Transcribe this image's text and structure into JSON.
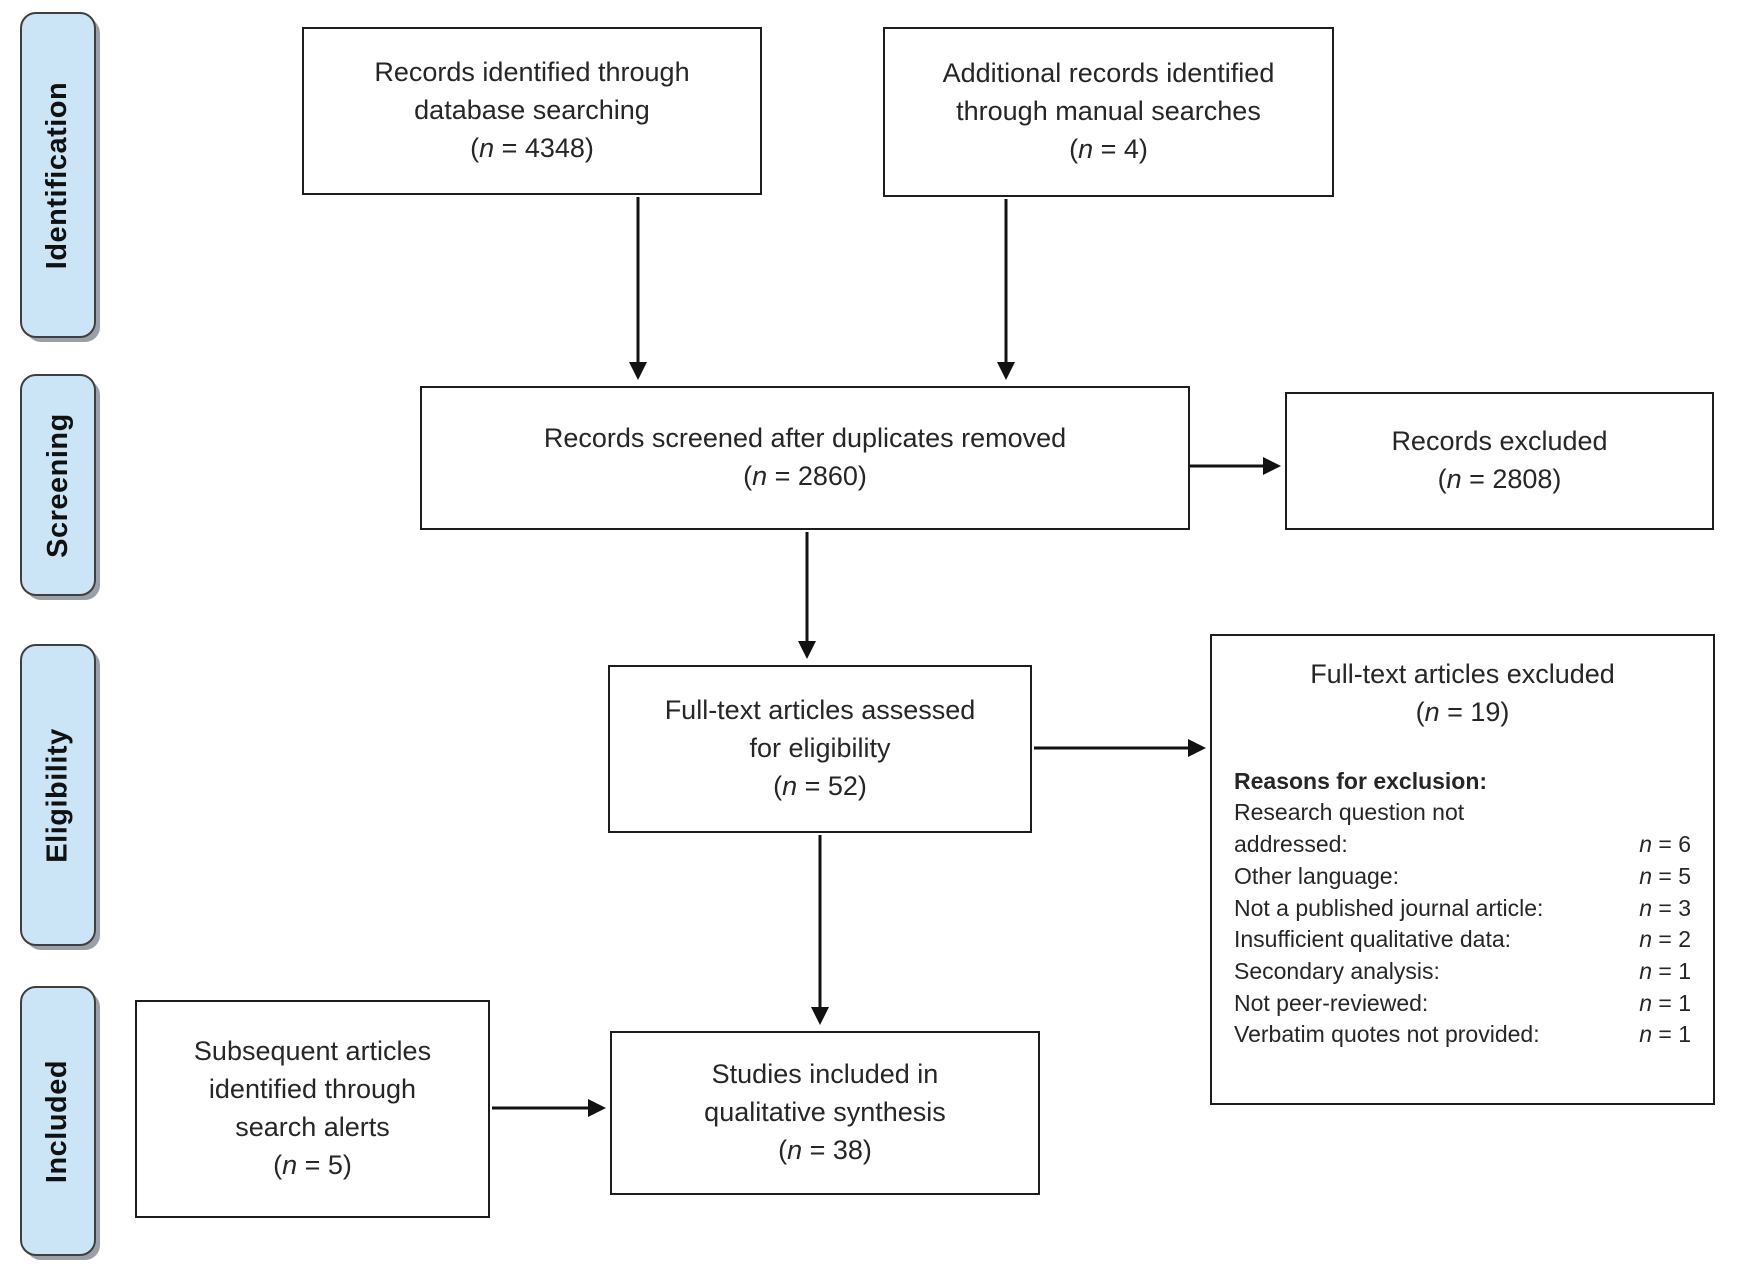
{
  "figure": {
    "stages": [
      {
        "label": "Identification"
      },
      {
        "label": "Screening"
      },
      {
        "label": "Eligibility"
      },
      {
        "label": "Included"
      }
    ],
    "boxes": {
      "identified": {
        "text": "Records identified through\ndatabase searching",
        "count": "(n = 4348)"
      },
      "additional": {
        "text": "Additional records identified\nthrough manual searches",
        "count": "(n = 4)"
      },
      "screened": {
        "text": "Records screened after duplicates removed",
        "count": "(n = 2860)"
      },
      "excluded": {
        "text": "Records excluded",
        "count": "(n = 2808)"
      },
      "fulltext": {
        "text": "Full-text articles assessed\nfor eligibility",
        "count": "(n = 52)"
      },
      "alerts": {
        "text": "Subsequent articles\nidentified through\nsearch alerts",
        "count": "(n = 5)"
      },
      "included": {
        "text": "Studies included in\nqualitative synthesis",
        "count": "(n = 38)"
      }
    },
    "exclusion_box": {
      "title": "Full-text articles excluded",
      "count": "(n = 19)",
      "reasons_heading": "Reasons for exclusion:",
      "reasons": [
        {
          "label": "Research question not\naddressed:",
          "value": "n = 6"
        },
        {
          "label": "Other language:",
          "value": "n = 5"
        },
        {
          "label": "Not a published journal article:",
          "value": "n = 3"
        },
        {
          "label": "Insufficient qualitative data:",
          "value": "n = 2"
        },
        {
          "label": "Secondary analysis:",
          "value": "n = 1"
        },
        {
          "label": "Not peer-reviewed:",
          "value": "n = 1"
        },
        {
          "label": "Verbatim quotes not provided:",
          "value": "n = 1"
        }
      ]
    },
    "colors": {
      "stage_fill": "#cbe5f7",
      "stage_border": "#3f3f3f",
      "box_border": "#1d1d1d",
      "arrow": "#121212",
      "text": "#262626"
    }
  }
}
